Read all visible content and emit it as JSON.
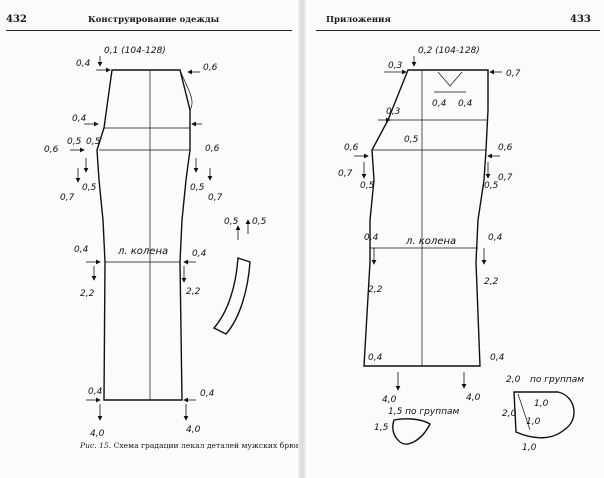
{
  "left_page": {
    "page_number": "432",
    "running_head": "Конструирование одежды",
    "caption_prefix": "Рис. 15.",
    "caption_text": " Схема градации лекал деталей мужских брюк",
    "labels": {
      "top_formula": "0,1 (104-128)",
      "a1": "0,4",
      "a2": "0,6",
      "a3": "0,4",
      "a4": "0,5",
      "a5": "0,5",
      "a6": "0,6",
      "a7": "0,6",
      "a8": "0,5",
      "a9": "0,7",
      "a10": "0,5",
      "a11": "0,7",
      "a12": "0,5",
      "a13": "0,5",
      "knee_line": "л. колена",
      "a14": "0,4",
      "a15": "2,2",
      "a16": "0,4",
      "a17": "2,2",
      "a18": "0,4",
      "a19": "4,0",
      "a20": "0,4",
      "a21": "4,0"
    }
  },
  "right_page": {
    "page_number": "433",
    "running_head": "Приложения",
    "labels": {
      "top_formula": "0,2 (104-128)",
      "b1": "0,3",
      "b2": "0,7",
      "b3": "0,4",
      "b4": "0,4",
      "b5": "0,3",
      "b6": "0,5",
      "b7": "0,6",
      "b8": "0,6",
      "b9": "0,7",
      "b10": "0,5",
      "b11": "0,5",
      "b12": "0,7",
      "knee_line": "л. колена",
      "b13": "0,4",
      "b14": "2,2",
      "b15": "0,4",
      "b16": "2,2",
      "b17": "0,4",
      "b18": "0,4",
      "b19": "4,0",
      "b20": "4,0",
      "group1": "1,5 по группам",
      "b21": "1,5",
      "b22": "2,0",
      "group2": "по группам",
      "b23": "2,0",
      "b24": "1,0",
      "b25": "1,0",
      "b26": "1,0"
    }
  }
}
